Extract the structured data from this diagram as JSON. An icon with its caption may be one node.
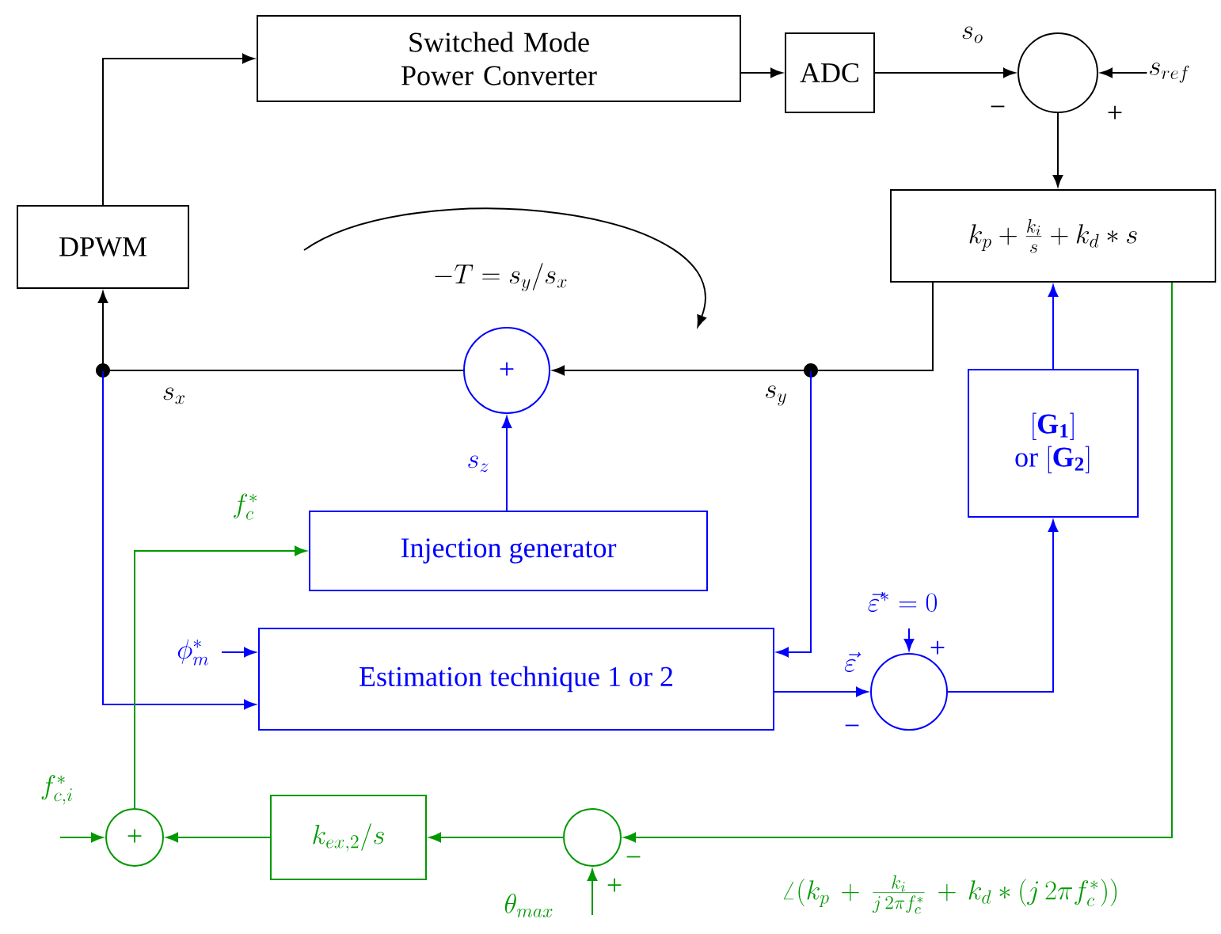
{
  "diagram": {
    "nodes": [
      {
        "text": [
          "Switched Mode Power Converter"
        ]
      },
      {
        "text": [
          "ADC"
        ]
      },
      {
        "text": [],
        "shape": "circle",
        "beside": [
          "−",
          "+"
        ]
      },
      {
        "text": [
          "k_p + \\frac{k_i}{s} + k_d * s"
        ]
      },
      {
        "text": [
          "DPWM"
        ]
      },
      {
        "text": [
          "+"
        ]
      },
      {
        "text": [
          "\\begin{array}{c}[\\mathbf{G_1}]\\\\ \\mbox{or }[\\mathbf{G_2}]\\end{array}"
        ]
      },
      {
        "text": [
          "Injection generator"
        ]
      },
      {
        "text": [
          "Estimation technique 1 or 2"
        ]
      },
      {
        "text": [],
        "shape": "circle",
        "beside": [
          "+",
          "−"
        ]
      },
      {
        "text": [
          "k_{ex,2}/s"
        ]
      },
      {
        "text": [],
        "shape": "circle",
        "beside": [
          "−",
          "+"
        ]
      },
      {
        "text": [
          "+"
        ]
      }
    ],
    "edges": [
      {
        "from": 4,
        "to": 0,
        "arrow": "to",
        "color": "#000000"
      },
      {
        "from": 0,
        "to": 1,
        "arrow": "to",
        "color": "#000000"
      },
      {
        "from": 1,
        "to": 2,
        "arrow": "to",
        "label": "s_o",
        "color": "#000000"
      },
      {
        "from": null,
        "to": 2,
        "arrow": "to",
        "label": "s_{ref}",
        "color": "#000000"
      },
      {
        "from": 2,
        "to": 3,
        "arrow": "to",
        "color": "#000000"
      },
      {
        "from": 3,
        "to": 5,
        "arrow": "to",
        "label": "s_y",
        "color": "#000000"
      },
      {
        "from": 3,
        "to": 8,
        "arrow": "to"
      },
      {
        "from": 5,
        "to": 4,
        "arrow": "to",
        "label": "s_x",
        "color": "#000000"
      },
      {
        "from": 5,
        "to": 8,
        "arrow": "to"
      },
      {
        "from": 7,
        "to": 5,
        "arrow": "to",
        "label": "s_z"
      },
      {
        "from": 8,
        "to": 9,
        "arrow": "to",
        "label": "\\vec{\\varepsilon}"
      },
      {
        "from": null,
        "to": 9,
        "arrow": "to",
        "label": "\\vec{\\varepsilon}^* = 0"
      },
      {
        "from": 9,
        "to": 6,
        "arrow": "to"
      },
      {
        "from": 6,
        "to": 3,
        "arrow": "to"
      },
      {
        "from": null,
        "to": 8,
        "arrow": "to",
        "label": "\\phi_m^*"
      },
      {
        "from": 3,
        "to": 11,
        "arrow": "to",
        "label": "\\angle(k_p \\,+\\, \\frac{k_i}{j\\,2\\pi f_c^*} \\,+\\, k_d * (j\\,2\\pi f_c^*))",
        "color": "#009900"
      },
      {
        "from": null,
        "to": 11,
        "arrow": "to",
        "label": "\\theta_{max}",
        "color": "#009900"
      },
      {
        "from": 11,
        "to": 10,
        "arrow": "to",
        "color": "#009900"
      },
      {
        "from": 10,
        "to": 12,
        "arrow": "to",
        "color": "#009900"
      },
      {
        "from": null,
        "to": 12,
        "arrow": "to",
        "label": "f_{c,i}^*",
        "color": "#009900"
      },
      {
        "from": 12,
        "to": 7,
        "arrow": "to",
        "label": "f_c^*",
        "color": "#009900"
      }
    ],
    "labels": [
      "-T = s_y/s_x"
    ]
  }
}
